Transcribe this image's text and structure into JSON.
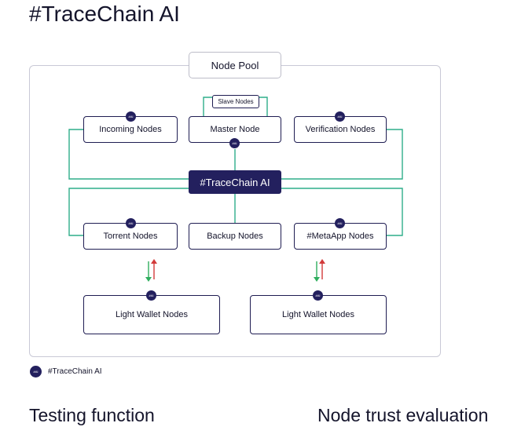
{
  "title": "#TraceChain AI",
  "diagram": {
    "pool_label": "Node Pool",
    "slave_label": "Slave Nodes",
    "core_label": "#TraceChain AI",
    "badge_text": "#AI",
    "top_nodes": [
      "Incoming Nodes",
      "Master Node",
      "Verification Nodes"
    ],
    "middle_nodes": [
      "Torrent Nodes",
      "Backup Nodes",
      "#MetaApp Nodes"
    ],
    "wallet_nodes": [
      "Light Wallet Nodes",
      "Light Wallet Nodes"
    ]
  },
  "legend": {
    "badge_text": "#AI",
    "label": "#TraceChain AI"
  },
  "bottom": {
    "left": "Testing function",
    "right": "Node trust evaluation"
  },
  "colors": {
    "navy": "#23205e",
    "teal": "#2fae8a",
    "arrow_up": "#2fae5e",
    "arrow_down": "#d23a3a"
  }
}
